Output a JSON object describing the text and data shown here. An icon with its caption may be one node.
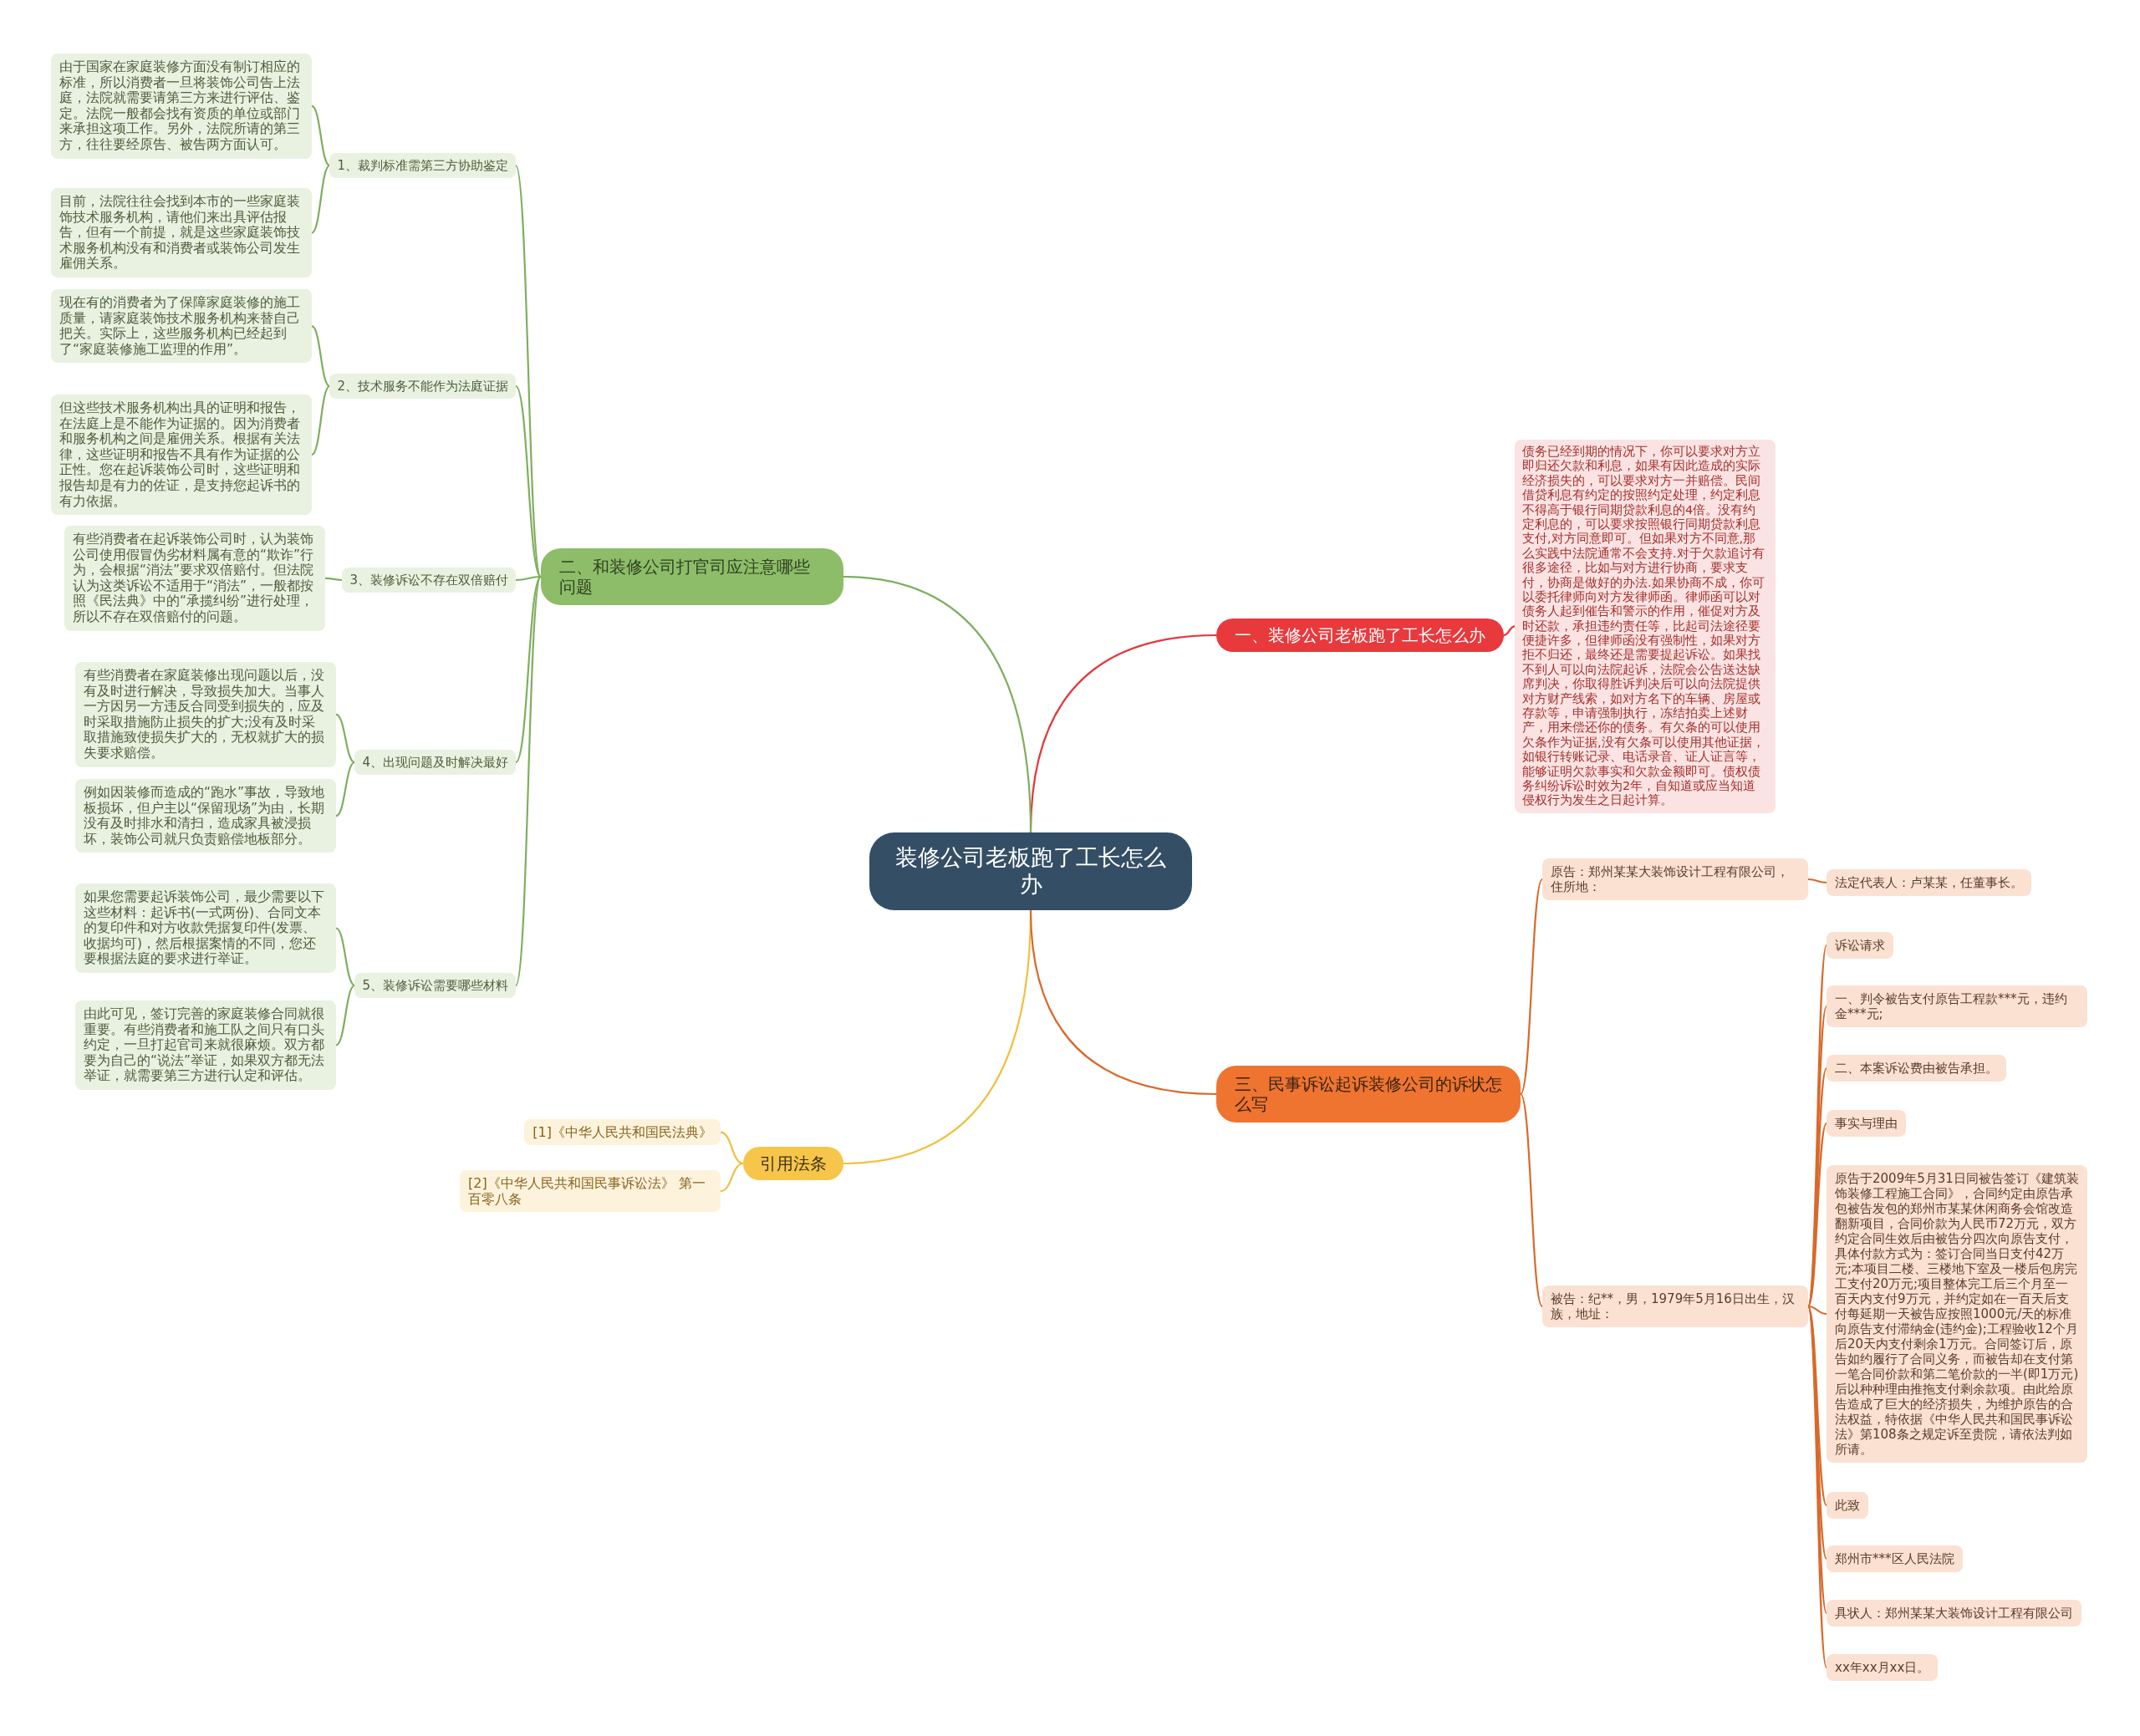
{
  "diagram": {
    "nodes": [
      {
        "text": [
          "装修公司老板跑了工长怎么办"
        ]
      },
      {
        "text": [
          "一、装修公司老板跑了工长怎么办"
        ]
      },
      {
        "text": [
          "债务已经到期的情况下，你可以要求对方立即归还欠款和利息，如果有因此造成的实际经济损失的，可以要求对方一并赔偿。民间借贷利息有约定的按照约定处理，约定利息不得高于银行同期贷款利息的4倍。没有约定利息的，可以要求按照银行同期贷款利息支付,对方同意即可。但如果对方不同意,那么实践中法院通常不会支持.对于欠款追讨有很多途径，比如与对方进行协商，要求支付，协商是做好的办法.如果协商不成，你可以委托律师向对方发律师函。律师函可以对债务人起到催告和警示的作用，催促对方及时还款，承担违约责任等，比起司法途径要便捷许多，但律师函没有强制性，如果对方拒不归还，最终还是需要提起诉讼。如果找不到人可以向法院起诉，法院会公告送达缺席判决，你取得胜诉判决后可以向法院提供对方财产线索，如对方名下的车辆、房屋或存款等，申请强制执行，冻结拍卖上述财产，用来偿还你的债务。有欠条的可以使用欠条作为证据,没有欠条可以使用其他证据，如银行转账记录、电话录音、证人证言等，能够证明欠款事实和欠款金额即可。债权债务纠纷诉讼时效为2年，自知道或应当知道侵权行为发生之日起计算。"
        ]
      },
      {
        "text": [
          "二、和装修公司打官司应注意哪些问题"
        ]
      },
      {
        "text": [
          "1、裁判标准需第三方协助鉴定"
        ]
      },
      {
        "text": [
          "由于国家在家庭装修方面没有制订相应的标准，所以消费者一旦将装饰公司告上法庭，法院就需要请第三方来进行评估、鉴定。法院一般都会找有资质的单位或部门来承担这项工作。另外，法院所请的第三方，往往要经原告、被告两方面认可。"
        ]
      },
      {
        "text": [
          "目前，法院往往会找到本市的一些家庭装饰技术服务机构，请他们来出具评估报告，但有一个前提，就是这些家庭装饰技术服务机构没有和消费者或装饰公司发生雇佣关系。"
        ]
      },
      {
        "text": [
          "2、技术服务不能作为法庭证据"
        ]
      },
      {
        "text": [
          "现在有的消费者为了保障家庭装修的施工质量，请家庭装饰技术服务机构来替自己把关。实际上，这些服务机构已经起到了“家庭装修施工监理的作用”。"
        ]
      },
      {
        "text": [
          "但这些技术服务机构出具的证明和报告，在法庭上是不能作为证据的。因为消费者和服务机构之间是雇佣关系。根据有关法律，这些证明和报告不具有作为证据的公正性。您在起诉装饰公司时，这些证明和报告却是有力的佐证，是支持您起诉书的有力依据。"
        ]
      },
      {
        "text": [
          "3、装修诉讼不存在双倍赔付"
        ]
      },
      {
        "text": [
          "有些消费者在起诉装饰公司时，认为装饰公司使用假冒伪劣材料属有意的“欺诈”行为，会根据“消法”要求双倍赔付。但法院认为这类诉讼不适用于“消法”，一般都按照《民法典》中的“承揽纠纷”进行处理，所以不存在双倍赔付的问题。"
        ]
      },
      {
        "text": [
          "4、出现问题及时解决最好"
        ]
      },
      {
        "text": [
          "有些消费者在家庭装修出现问题以后，没有及时进行解决，导致损失加大。当事人一方因另一方违反合同受到损失的，应及时采取措施防止损失的扩大;没有及时采取措施致使损失扩大的，无权就扩大的损失要求赔偿。"
        ]
      },
      {
        "text": [
          "例如因装修而造成的“跑水”事故，导致地板损坏，但户主以“保留现场”为由，长期没有及时排水和清扫，造成家具被浸损坏，装饰公司就只负责赔偿地板部分。"
        ]
      },
      {
        "text": [
          "5、装修诉讼需要哪些材料"
        ]
      },
      {
        "text": [
          "如果您需要起诉装饰公司，最少需要以下这些材料：起诉书(一式两份)、合同文本的复印件和对方收款凭据复印件(发票、收据均可)，然后根据案情的不同，您还要根据法庭的要求进行举证。"
        ]
      },
      {
        "text": [
          "由此可见，签订完善的家庭装修合同就很重要。有些消费者和施工队之间只有口头约定，一旦打起官司来就很麻烦。双方都要为自己的“说法”举证，如果双方都无法举证，就需要第三方进行认定和评估。"
        ]
      },
      {
        "text": [
          "引用法条"
        ]
      },
      {
        "text": [
          "[1]《中华人民共和国民法典》"
        ]
      },
      {
        "text": [
          "[2]《中华人民共和国民事诉讼法》 第一百零八条"
        ]
      },
      {
        "text": [
          "三、民事诉讼起诉装修公司的诉状怎么写"
        ]
      },
      {
        "text": [
          "原告：郑州某某大装饰设计工程有限公司，住所地："
        ]
      },
      {
        "text": [
          "法定代表人：卢某某，任董事长。"
        ]
      },
      {
        "text": [
          "被告：纪**，男，1979年5月16日出生，汉族，地址："
        ]
      },
      {
        "text": [
          "诉讼请求"
        ]
      },
      {
        "text": [
          "一、判令被告支付原告工程款***元，违约金***元;"
        ]
      },
      {
        "text": [
          "二、本案诉讼费由被告承担。"
        ]
      },
      {
        "text": [
          "事实与理由"
        ]
      },
      {
        "text": [
          "原告于2009年5月31日同被告签订《建筑装饰装修工程施工合同》，合同约定由原告承包被告发包的郑州市某某休闲商务会馆改造翻新项目，合同价款为人民币72万元，双方约定合同生效后由被告分四次向原告支付，具体付款方式为：签订合同当日支付42万元;本项目二楼、三楼地下室及一楼后包房完工支付20万元;项目整体完工后三个月至一百天内支付9万元，并约定如在一百天后支付每延期一天被告应按照1000元/天的标准向原告支付滞纳金(违约金);工程验收12个月后20天内支付剩余1万元。合同签订后，原告如约履行了合同义务，而被告却在支付第一笔合同价款和第二笔价款的一半(即1万元)后以种种理由推拖支付剩余款项。由此给原告造成了巨大的经济损失，为维护原告的合法权益，特依据《中华人民共和国民事诉讼法》第108条之规定诉至贵院，请依法判如所请。"
        ]
      },
      {
        "text": [
          "此致"
        ]
      },
      {
        "text": [
          "郑州市***区人民法院"
        ]
      },
      {
        "text": [
          "具状人：郑州某某大装饰设计工程有限公司"
        ]
      },
      {
        "text": [
          "xx年xx月xx日。"
        ]
      }
    ],
    "edges": [
      {
        "from": 0,
        "to": 1,
        "arrow": "none",
        "color": "#e0393e"
      },
      {
        "from": 1,
        "to": 2,
        "arrow": "none",
        "color": "#e0393e"
      },
      {
        "from": 0,
        "to": 3,
        "arrow": "none"
      },
      {
        "from": 3,
        "to": 4,
        "arrow": "none"
      },
      {
        "from": 4,
        "to": 5,
        "arrow": "none"
      },
      {
        "from": 4,
        "to": 6,
        "arrow": "none"
      },
      {
        "from": 3,
        "to": 7,
        "arrow": "none"
      },
      {
        "from": 7,
        "to": 8,
        "arrow": "none"
      },
      {
        "from": 7,
        "to": 9,
        "arrow": "none"
      },
      {
        "from": 3,
        "to": 10,
        "arrow": "none"
      },
      {
        "from": 10,
        "to": 11,
        "arrow": "none"
      },
      {
        "from": 3,
        "to": 12,
        "arrow": "none"
      },
      {
        "from": 12,
        "to": 13,
        "arrow": "none"
      },
      {
        "from": 12,
        "to": 14,
        "arrow": "none"
      },
      {
        "from": 3,
        "to": 15,
        "arrow": "none"
      },
      {
        "from": 15,
        "to": 16,
        "arrow": "none"
      },
      {
        "from": 15,
        "to": 17,
        "arrow": "none"
      },
      {
        "from": 0,
        "to": 18,
        "arrow": "none",
        "color": "#f0c040"
      },
      {
        "from": 18,
        "to": 19,
        "arrow": "none",
        "color": "#f0c040"
      },
      {
        "from": 18,
        "to": 20,
        "arrow": "none",
        "color": "#f0c040"
      },
      {
        "from": 0,
        "to": 21,
        "arrow": "none",
        "color": "#d9692a"
      },
      {
        "from": 21,
        "to": 22,
        "arrow": "none",
        "color": "#d9692a"
      },
      {
        "from": 22,
        "to": 23,
        "arrow": "none",
        "color": "#d9692a"
      },
      {
        "from": 21,
        "to": 24,
        "arrow": "none",
        "color": "#d9692a"
      },
      {
        "from": 24,
        "to": 25,
        "arrow": "none",
        "color": "#d9692a"
      },
      {
        "from": 24,
        "to": 26,
        "arrow": "none",
        "color": "#d9692a"
      },
      {
        "from": 24,
        "to": 27,
        "arrow": "none",
        "color": "#d9692a"
      },
      {
        "from": 24,
        "to": 28,
        "arrow": "none",
        "color": "#d9692a"
      },
      {
        "from": 24,
        "to": 29,
        "arrow": "none",
        "color": "#d9692a"
      },
      {
        "from": 24,
        "to": 30,
        "arrow": "none",
        "color": "#d9692a"
      },
      {
        "from": 24,
        "to": 31,
        "arrow": "none",
        "color": "#d9692a"
      },
      {
        "from": 24,
        "to": 32,
        "arrow": "none",
        "color": "#d9692a"
      },
      {
        "from": 24,
        "to": 33,
        "arrow": "none",
        "color": "#d9692a"
      }
    ]
  }
}
